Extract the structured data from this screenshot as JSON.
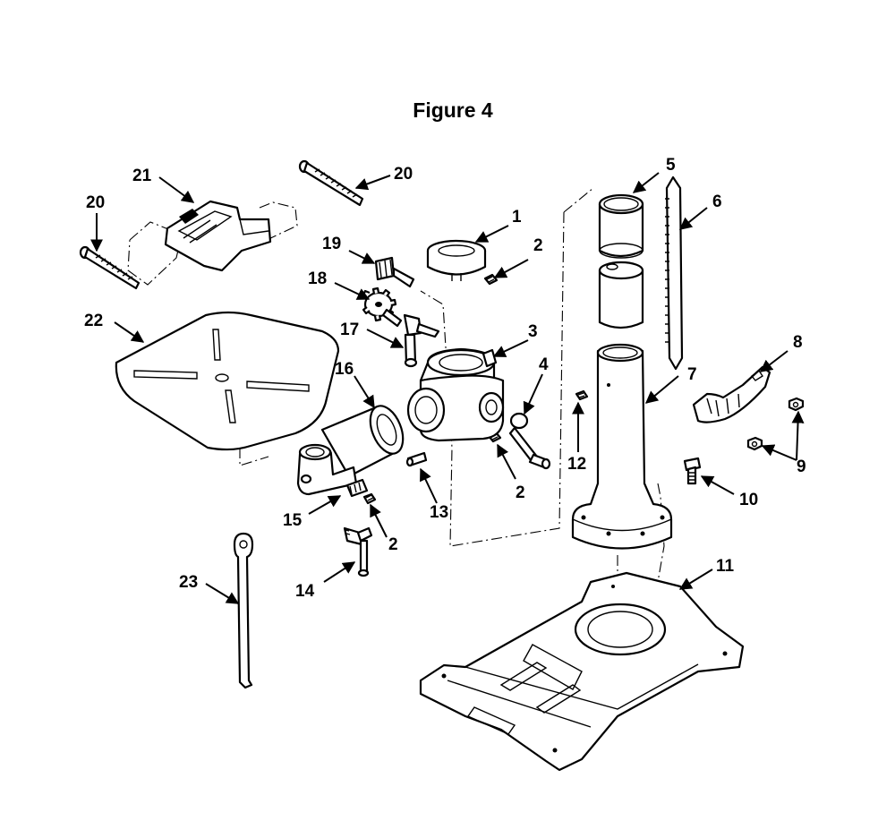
{
  "figure": {
    "title": "Figure 4"
  },
  "callouts": [
    {
      "id": "c1",
      "text": "1"
    },
    {
      "id": "c2a",
      "text": "2"
    },
    {
      "id": "c3",
      "text": "3"
    },
    {
      "id": "c4",
      "text": "4"
    },
    {
      "id": "c2b",
      "text": "2"
    },
    {
      "id": "c2c",
      "text": "2"
    },
    {
      "id": "c5",
      "text": "5"
    },
    {
      "id": "c6",
      "text": "6"
    },
    {
      "id": "c7",
      "text": "7"
    },
    {
      "id": "c8",
      "text": "8"
    },
    {
      "id": "c9",
      "text": "9"
    },
    {
      "id": "c10",
      "text": "10"
    },
    {
      "id": "c11",
      "text": "11"
    },
    {
      "id": "c12",
      "text": "12"
    },
    {
      "id": "c13",
      "text": "13"
    },
    {
      "id": "c14",
      "text": "14"
    },
    {
      "id": "c15",
      "text": "15"
    },
    {
      "id": "c16",
      "text": "16"
    },
    {
      "id": "c17",
      "text": "17"
    },
    {
      "id": "c18",
      "text": "18"
    },
    {
      "id": "c19",
      "text": "19"
    },
    {
      "id": "c20a",
      "text": "20"
    },
    {
      "id": "c20b",
      "text": "20"
    },
    {
      "id": "c21",
      "text": "21"
    },
    {
      "id": "c22",
      "text": "22"
    },
    {
      "id": "c23",
      "text": "23"
    }
  ]
}
